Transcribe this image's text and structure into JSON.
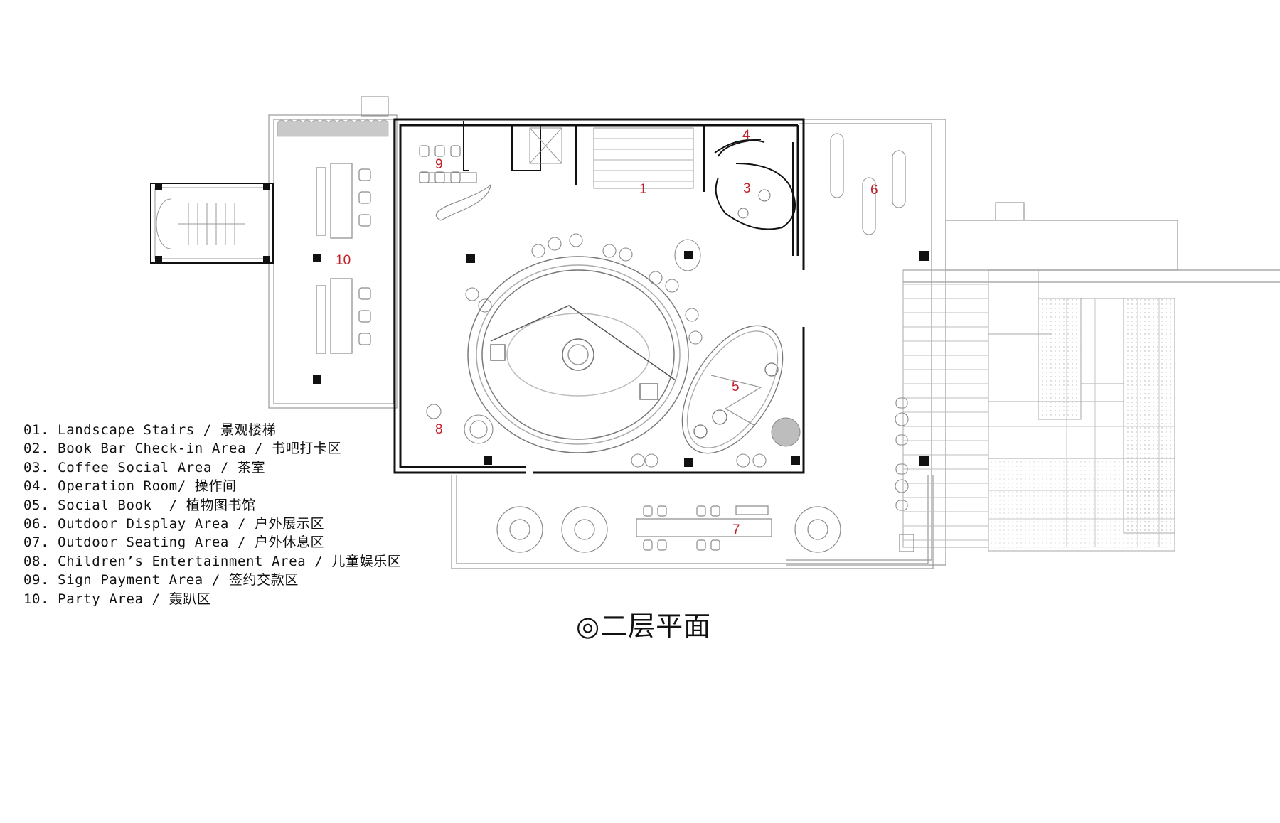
{
  "title": "◎二层平面",
  "legend": [
    {
      "text": "01. Landscape Stairs / 景观楼梯"
    },
    {
      "text": "02. Book Bar Check-in Area / 书吧打卡区"
    },
    {
      "text": "03. Coffee Social Area / 茶室"
    },
    {
      "text": "04. Operation Room/ 操作间"
    },
    {
      "text": "05. Social Book  / 植物图书馆"
    },
    {
      "text": "06. Outdoor Display Area / 户外展示区"
    },
    {
      "text": "07. Outdoor Seating Area / 户外休息区"
    },
    {
      "text": "08. Children’s Entertainment Area / 儿童娱乐区"
    },
    {
      "text": "09. Sign Payment Area / 签约交款区"
    },
    {
      "text": "10. Party Area / 轰趴区"
    }
  ],
  "room_numbers": [
    "1",
    "3",
    "4",
    "5",
    "6",
    "7",
    "8",
    "9",
    "10"
  ],
  "colors": {
    "label": "#c0202a",
    "wall": "#111111",
    "line": "#9a9a9a",
    "text": "#111111"
  }
}
